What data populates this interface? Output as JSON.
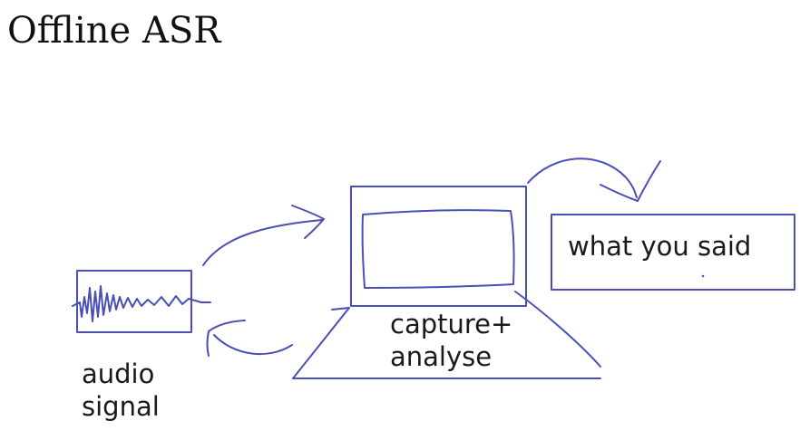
{
  "slide": {
    "title": "Offline ASR"
  },
  "diagram": {
    "audio_label_line1": "audio",
    "audio_label_line2": "signal",
    "capture_label_line1": "capture+",
    "capture_label_line2": "analyse",
    "output_text": "what you said",
    "ink_color": "#4a4fb5"
  }
}
